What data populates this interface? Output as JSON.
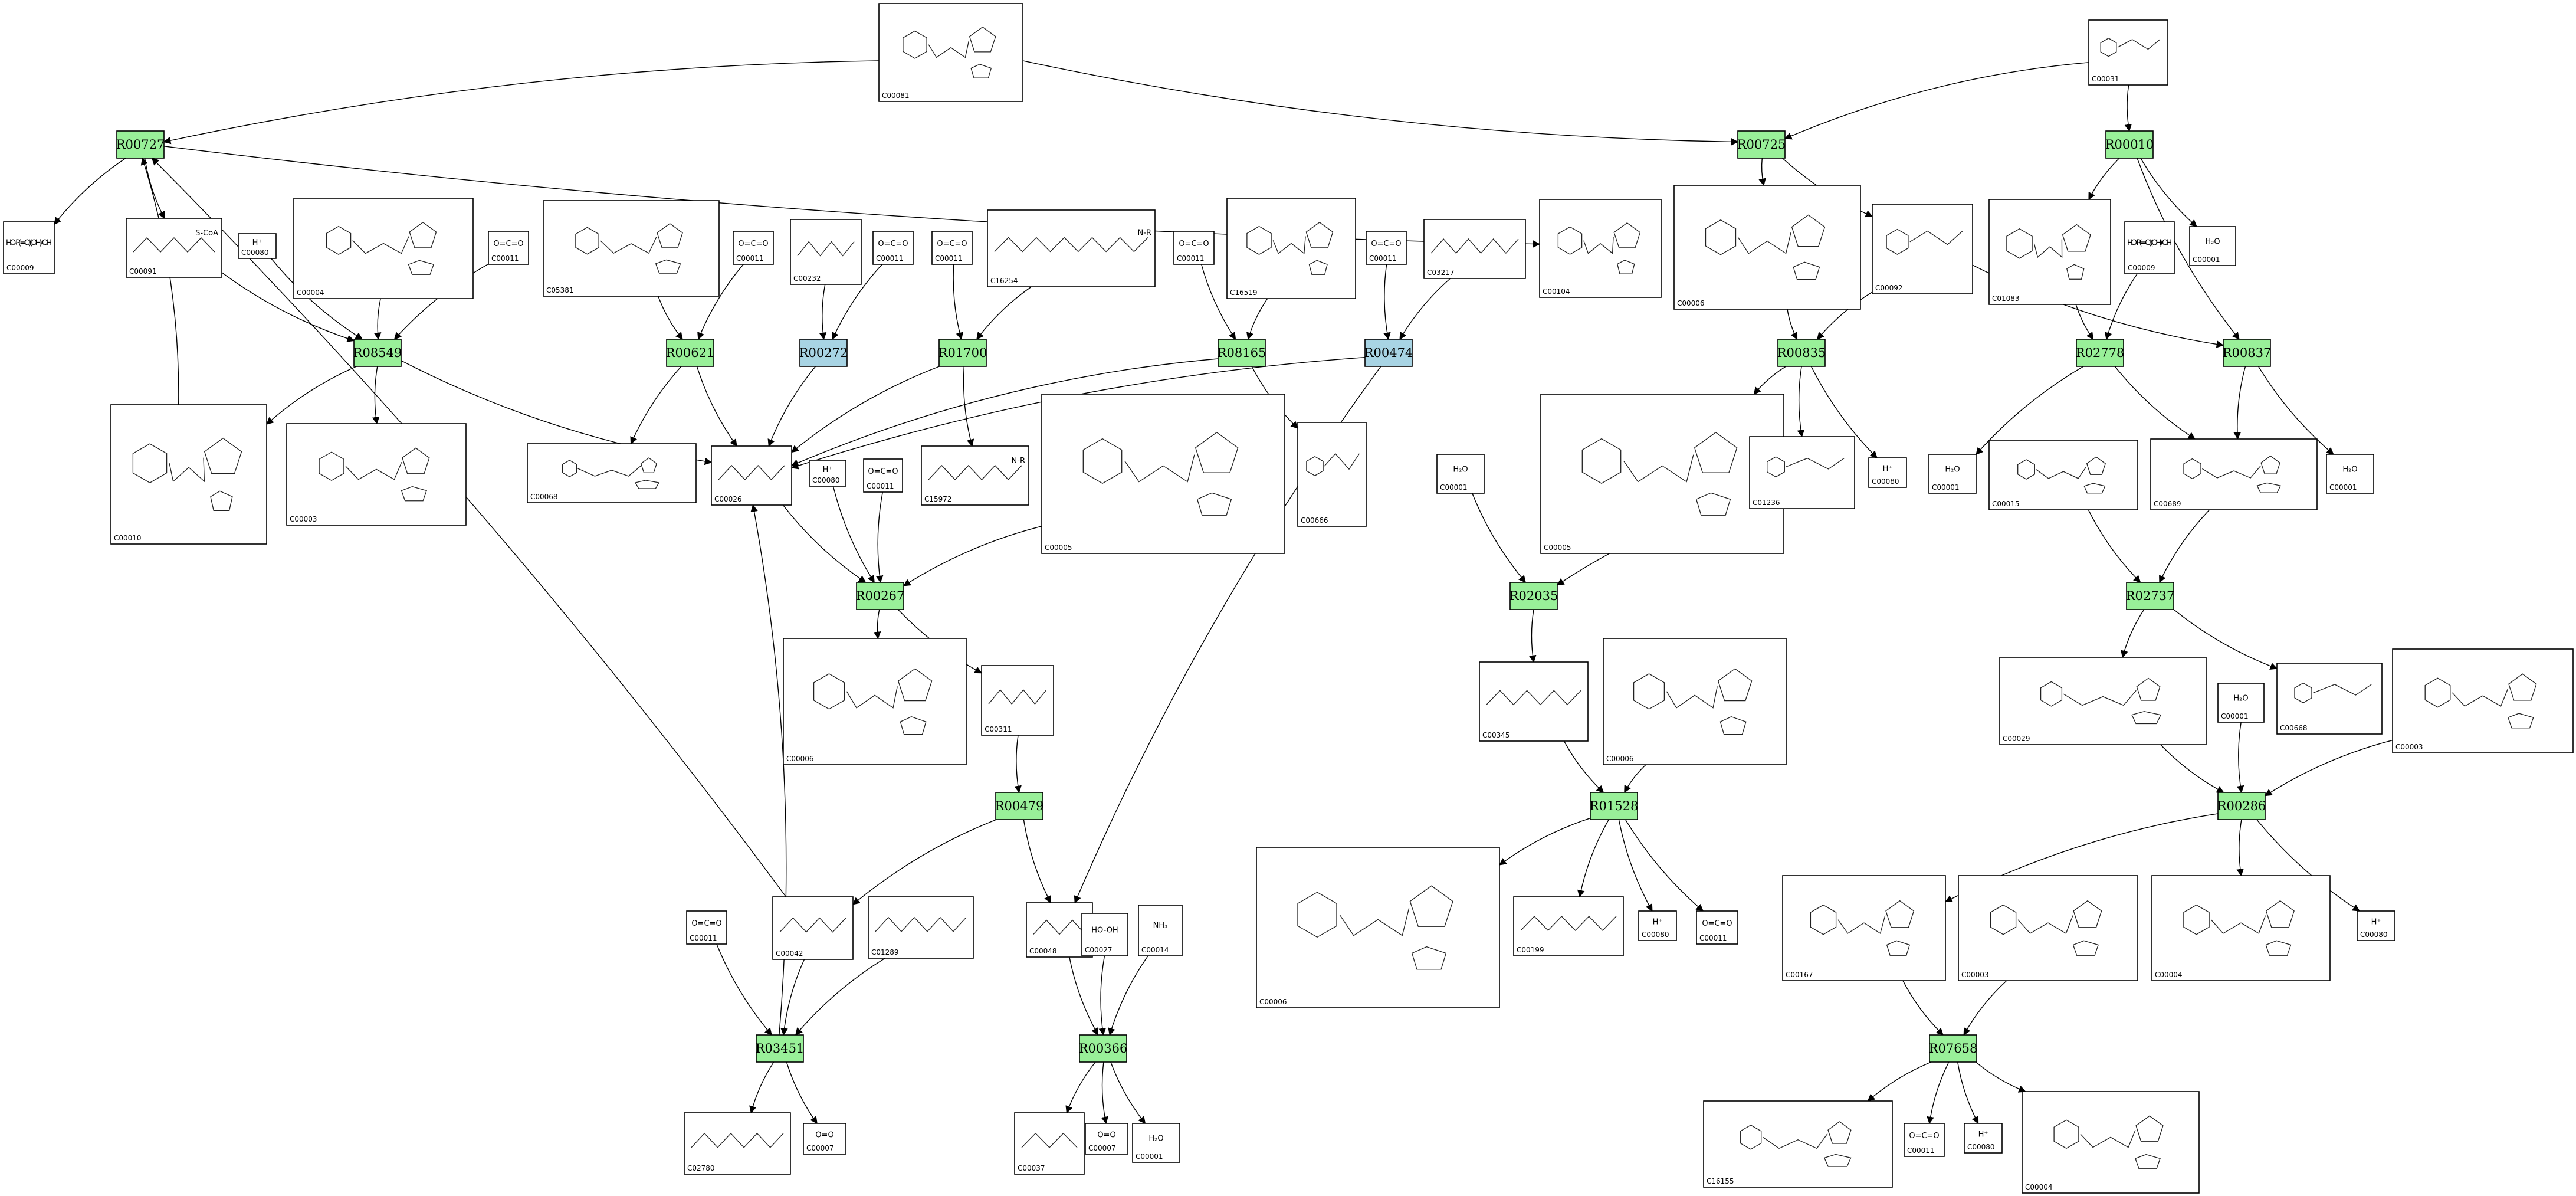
{
  "colors": {
    "reaction_green": "#99f099",
    "reaction_blue": "#a8d4e4",
    "compound_fill": "#ffffff",
    "stroke": "#000000"
  },
  "reactions": [
    {
      "id": "R00727",
      "kind": "green"
    },
    {
      "id": "R00725",
      "kind": "green"
    },
    {
      "id": "R00010",
      "kind": "green"
    },
    {
      "id": "R08549",
      "kind": "green"
    },
    {
      "id": "R00621",
      "kind": "green"
    },
    {
      "id": "R00272",
      "kind": "blue"
    },
    {
      "id": "R01700",
      "kind": "green"
    },
    {
      "id": "R08165",
      "kind": "green"
    },
    {
      "id": "R00474",
      "kind": "blue"
    },
    {
      "id": "R00835",
      "kind": "green"
    },
    {
      "id": "R02778",
      "kind": "green"
    },
    {
      "id": "R00837",
      "kind": "green"
    },
    {
      "id": "R00267",
      "kind": "green"
    },
    {
      "id": "R02035",
      "kind": "green"
    },
    {
      "id": "R02737",
      "kind": "green"
    },
    {
      "id": "R00479",
      "kind": "green"
    },
    {
      "id": "R01528",
      "kind": "green"
    },
    {
      "id": "R00286",
      "kind": "green"
    },
    {
      "id": "R03451",
      "kind": "green"
    },
    {
      "id": "R00366",
      "kind": "green"
    },
    {
      "id": "R07658",
      "kind": "green"
    }
  ],
  "compounds": [
    {
      "key": "c_top",
      "id": "C00081",
      "shape": "ring"
    },
    {
      "key": "c_c00031",
      "id": "C00031",
      "shape": "ring"
    },
    {
      "key": "c_c00009",
      "id": "C00009",
      "shape": "small",
      "text": "HO-P(=O)(OH)-OH"
    },
    {
      "key": "c_c00091",
      "id": "C00091",
      "shape": "chain",
      "text": "S-CoA"
    },
    {
      "key": "c_hplus1",
      "id": "C00080",
      "shape": "small",
      "text": "H⁺"
    },
    {
      "key": "c_c00004a",
      "id": "C00004",
      "shape": "ring"
    },
    {
      "key": "c_co2_1",
      "id": "C00011",
      "shape": "small",
      "text": "O=C=O"
    },
    {
      "key": "c_c05381",
      "id": "C05381",
      "shape": "ring"
    },
    {
      "key": "c_co2_2",
      "id": "C00011",
      "shape": "small",
      "text": "O=C=O"
    },
    {
      "key": "c_c00232",
      "id": "C00232",
      "shape": "chain"
    },
    {
      "key": "c_co2_3",
      "id": "C00011",
      "shape": "small",
      "text": "O=C=O"
    },
    {
      "key": "c_co2_4",
      "id": "C00011",
      "shape": "small",
      "text": "O=C=O"
    },
    {
      "key": "c_c16254",
      "id": "C16254",
      "shape": "chain",
      "text": "N-R"
    },
    {
      "key": "c_co2_5",
      "id": "C00011",
      "shape": "small",
      "text": "O=C=O"
    },
    {
      "key": "c_c16519",
      "id": "C16519",
      "shape": "ring"
    },
    {
      "key": "c_co2_6",
      "id": "C00011",
      "shape": "small",
      "text": "O=C=O"
    },
    {
      "key": "c_c03217",
      "id": "C03217",
      "shape": "chain"
    },
    {
      "key": "c_c00104",
      "id": "C00104",
      "shape": "ring"
    },
    {
      "key": "c_c00006a",
      "id": "C00006",
      "shape": "ring"
    },
    {
      "key": "c_c00092",
      "id": "C00092",
      "shape": "ring"
    },
    {
      "key": "c_c01083",
      "id": "C01083",
      "shape": "ring"
    },
    {
      "key": "c_c00009b",
      "id": "C00009",
      "shape": "small",
      "text": "HO-P(=O)(OH)-OH"
    },
    {
      "key": "c_h2o1",
      "id": "C00001",
      "shape": "small",
      "text": "H₂O"
    },
    {
      "key": "c_c00010",
      "id": "C00010",
      "shape": "ring"
    },
    {
      "key": "c_c00003a",
      "id": "C00003",
      "shape": "ring"
    },
    {
      "key": "c_c00068",
      "id": "C00068",
      "shape": "ring"
    },
    {
      "key": "c_c00026",
      "id": "C00026",
      "shape": "chain"
    },
    {
      "key": "c_hplus2",
      "id": "C00080",
      "shape": "small",
      "text": "H⁺"
    },
    {
      "key": "c_co2_7",
      "id": "C00011",
      "shape": "small",
      "text": "O=C=O"
    },
    {
      "key": "c_c15972",
      "id": "C15972",
      "shape": "chain",
      "text": "N-R"
    },
    {
      "key": "c_c00005a",
      "id": "C00005",
      "shape": "ring"
    },
    {
      "key": "c_c00666",
      "id": "C00666",
      "shape": "ring"
    },
    {
      "key": "c_h2o2",
      "id": "C00001",
      "shape": "small",
      "text": "H₂O"
    },
    {
      "key": "c_c00005b",
      "id": "C00005",
      "shape": "ring"
    },
    {
      "key": "c_c01236",
      "id": "C01236",
      "shape": "ring"
    },
    {
      "key": "c_hplus3",
      "id": "C00080",
      "shape": "small",
      "text": "H⁺"
    },
    {
      "key": "c_h2o3",
      "id": "C00001",
      "shape": "small",
      "text": "H₂O"
    },
    {
      "key": "c_c00015",
      "id": "C00015",
      "shape": "ring"
    },
    {
      "key": "c_c00689",
      "id": "C00689",
      "shape": "ring"
    },
    {
      "key": "c_h2o4",
      "id": "C00001",
      "shape": "small",
      "text": "H₂O"
    },
    {
      "key": "c_c00006b",
      "id": "C00006",
      "shape": "ring"
    },
    {
      "key": "c_c00311",
      "id": "C00311",
      "shape": "chain"
    },
    {
      "key": "c_c00345",
      "id": "C00345",
      "shape": "chain"
    },
    {
      "key": "c_c00006c",
      "id": "C00006",
      "shape": "ring"
    },
    {
      "key": "c_c00029",
      "id": "C00029",
      "shape": "ring"
    },
    {
      "key": "c_h2o5",
      "id": "C00001",
      "shape": "small",
      "text": "H₂O"
    },
    {
      "key": "c_c00668",
      "id": "C00668",
      "shape": "ring"
    },
    {
      "key": "c_c00003b",
      "id": "C00003",
      "shape": "ring"
    },
    {
      "key": "c_co2_8",
      "id": "C00011",
      "shape": "small",
      "text": "O=C=O"
    },
    {
      "key": "c_c00042",
      "id": "C00042",
      "shape": "chain"
    },
    {
      "key": "c_c01289",
      "id": "C01289",
      "shape": "chain"
    },
    {
      "key": "c_c00048",
      "id": "C00048",
      "shape": "chain"
    },
    {
      "key": "c_c00027",
      "id": "C00027",
      "shape": "small",
      "text": "HO-OH"
    },
    {
      "key": "c_c00014",
      "id": "C00014",
      "shape": "small",
      "text": "NH₃"
    },
    {
      "key": "c_c00006d",
      "id": "C00006",
      "shape": "ring"
    },
    {
      "key": "c_c00199",
      "id": "C00199",
      "shape": "chain"
    },
    {
      "key": "c_hplus4",
      "id": "C00080",
      "shape": "small",
      "text": "H⁺"
    },
    {
      "key": "c_co2_9",
      "id": "C00011",
      "shape": "small",
      "text": "O=C=O"
    },
    {
      "key": "c_c00167",
      "id": "C00167",
      "shape": "ring"
    },
    {
      "key": "c_c00003c",
      "id": "C00003",
      "shape": "ring"
    },
    {
      "key": "c_c00004b",
      "id": "C00004",
      "shape": "ring"
    },
    {
      "key": "c_hplus5",
      "id": "C00080",
      "shape": "small",
      "text": "H⁺"
    },
    {
      "key": "c_c02780",
      "id": "C02780",
      "shape": "chain"
    },
    {
      "key": "c_c00007a",
      "id": "C00007",
      "shape": "small",
      "text": "O=O"
    },
    {
      "key": "c_c00037",
      "id": "C00037",
      "shape": "chain"
    },
    {
      "key": "c_c00007b",
      "id": "C00007",
      "shape": "small",
      "text": "O=O"
    },
    {
      "key": "c_h2o6",
      "id": "C00001",
      "shape": "small",
      "text": "H₂O"
    },
    {
      "key": "c_c16155",
      "id": "C16155",
      "shape": "ring"
    },
    {
      "key": "c_co2_10",
      "id": "C00011",
      "shape": "small",
      "text": "O=C=O"
    },
    {
      "key": "c_hplus6",
      "id": "C00080",
      "shape": "small",
      "text": "H⁺"
    },
    {
      "key": "c_c00004c",
      "id": "C00004",
      "shape": "ring"
    }
  ],
  "edges": [
    [
      "c_top",
      "R00727"
    ],
    [
      "c_top",
      "R00725"
    ],
    [
      "c_c00031",
      "R00725"
    ],
    [
      "c_c00031",
      "R00010"
    ],
    [
      "R00727",
      "c_c00009"
    ],
    [
      "R00727",
      "c_c00091"
    ],
    [
      "R00727",
      "c_c00104"
    ],
    [
      "c_c00091",
      "R08549"
    ],
    [
      "c_hplus1",
      "R08549"
    ],
    [
      "c_c00004a",
      "R08549"
    ],
    [
      "c_co2_1",
      "R08549"
    ],
    [
      "R08549",
      "c_c00010"
    ],
    [
      "R08549",
      "c_c00003a"
    ],
    [
      "R08549",
      "c_c00026"
    ],
    [
      "c_c00010",
      "R00727"
    ],
    [
      "c_c05381",
      "R00621"
    ],
    [
      "c_co2_2",
      "R00621"
    ],
    [
      "R00621",
      "c_c00068"
    ],
    [
      "R00621",
      "c_c00026"
    ],
    [
      "c_c00232",
      "R00272"
    ],
    [
      "c_co2_3",
      "R00272"
    ],
    [
      "R00272",
      "c_c00026"
    ],
    [
      "c_co2_4",
      "R01700"
    ],
    [
      "c_c16254",
      "R01700"
    ],
    [
      "R01700",
      "c_c15972"
    ],
    [
      "R01700",
      "c_c00026"
    ],
    [
      "c_co2_5",
      "R08165"
    ],
    [
      "c_c16519",
      "R08165"
    ],
    [
      "R08165",
      "c_c00666"
    ],
    [
      "R08165",
      "c_c00026"
    ],
    [
      "c_co2_6",
      "R00474"
    ],
    [
      "c_c03217",
      "R00474"
    ],
    [
      "R00474",
      "c_c00026"
    ],
    [
      "R00474",
      "c_c00048"
    ],
    [
      "R00725",
      "c_c00006a"
    ],
    [
      "R00725",
      "c_c00092"
    ],
    [
      "R00010",
      "c_c01083"
    ],
    [
      "R00010",
      "c_h2o1"
    ],
    [
      "R00010",
      "R00837"
    ],
    [
      "c_c00006a",
      "R00835"
    ],
    [
      "c_c00092",
      "R00835"
    ],
    [
      "c_c00092",
      "R00837"
    ],
    [
      "R00835",
      "c_c00005b"
    ],
    [
      "R00835",
      "c_c01236"
    ],
    [
      "R00835",
      "c_hplus3"
    ],
    [
      "c_c01083",
      "R02778"
    ],
    [
      "c_c00009b",
      "R02778"
    ],
    [
      "R02778",
      "c_h2o3"
    ],
    [
      "R02778",
      "c_c00689"
    ],
    [
      "R00837",
      "c_c00689"
    ],
    [
      "R00837",
      "c_h2o4"
    ],
    [
      "c_c00026",
      "R00267"
    ],
    [
      "c_hplus2",
      "R00267"
    ],
    [
      "c_co2_7",
      "R00267"
    ],
    [
      "c_c00005a",
      "R00267"
    ],
    [
      "R00267",
      "c_c00006b"
    ],
    [
      "R00267",
      "c_c00311"
    ],
    [
      "c_h2o2",
      "R02035"
    ],
    [
      "c_c01236",
      "R02035"
    ],
    [
      "R02035",
      "c_c00345"
    ],
    [
      "c_c00015",
      "R02737"
    ],
    [
      "c_c00689",
      "R02737"
    ],
    [
      "R02737",
      "c_c00029"
    ],
    [
      "R02737",
      "c_c00668"
    ],
    [
      "c_c00311",
      "R00479"
    ],
    [
      "R00479",
      "c_c00042"
    ],
    [
      "R00479",
      "c_c00048"
    ],
    [
      "c_c00345",
      "R01528"
    ],
    [
      "c_c00006c",
      "R01528"
    ],
    [
      "R01528",
      "c_c00006d"
    ],
    [
      "R01528",
      "c_c00199"
    ],
    [
      "R01528",
      "c_hplus4"
    ],
    [
      "R01528",
      "c_co2_9"
    ],
    [
      "c_c00029",
      "R00286"
    ],
    [
      "c_h2o5",
      "R00286"
    ],
    [
      "c_c00003b",
      "R00286"
    ],
    [
      "R00286",
      "c_c00167"
    ],
    [
      "R00286",
      "c_c00004b"
    ],
    [
      "R00286",
      "c_hplus5"
    ],
    [
      "c_co2_8",
      "R03451"
    ],
    [
      "c_c00042",
      "R03451"
    ],
    [
      "c_c01289",
      "R03451"
    ],
    [
      "R03451",
      "c_c02780"
    ],
    [
      "R03451",
      "c_c00007a"
    ],
    [
      "R03451",
      "c_c00026"
    ],
    [
      "c_c00042",
      "R00727"
    ],
    [
      "c_c00048",
      "R00366"
    ],
    [
      "c_c00027",
      "R00366"
    ],
    [
      "c_c00014",
      "R00366"
    ],
    [
      "R00366",
      "c_c00037"
    ],
    [
      "R00366",
      "c_c00007b"
    ],
    [
      "R00366",
      "c_h2o6"
    ],
    [
      "c_c00167",
      "R07658"
    ],
    [
      "c_c00003c",
      "R07658"
    ],
    [
      "R07658",
      "c_c16155"
    ],
    [
      "R07658",
      "c_co2_10"
    ],
    [
      "R07658",
      "c_hplus6"
    ],
    [
      "R07658",
      "c_c00004c"
    ]
  ]
}
